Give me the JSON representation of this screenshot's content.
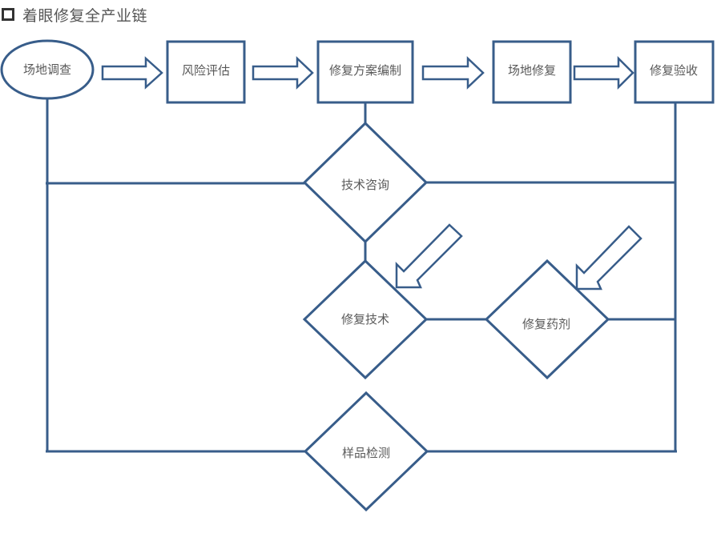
{
  "title": {
    "icon": "hollow-square-bullet-icon",
    "text": "着眼修复全产业链"
  },
  "colors": {
    "stroke": "#385d8a",
    "text": "#595959",
    "title_text": "#555555",
    "background": "#ffffff"
  },
  "top_flow": [
    {
      "id": "site-survey",
      "shape": "ellipse",
      "label": "场地调查"
    },
    {
      "id": "risk-assessment",
      "shape": "rectangle",
      "label": "风险评估"
    },
    {
      "id": "remediation-plan",
      "shape": "rectangle",
      "label": "修复方案编制"
    },
    {
      "id": "site-remediation",
      "shape": "rectangle",
      "label": "场地修复"
    },
    {
      "id": "remediation-acceptance",
      "shape": "rectangle",
      "label": "修复验收"
    }
  ],
  "support_nodes": [
    {
      "id": "technical-consulting",
      "shape": "diamond",
      "label": "技术咨询"
    },
    {
      "id": "remediation-technology",
      "shape": "diamond",
      "label": "修复技术"
    },
    {
      "id": "remediation-agent",
      "shape": "diamond",
      "label": "修复药剂"
    },
    {
      "id": "sample-testing",
      "shape": "diamond",
      "label": "样品检测"
    }
  ],
  "connections": [
    {
      "from": "site-survey",
      "to": "risk-assessment",
      "type": "block-arrow"
    },
    {
      "from": "risk-assessment",
      "to": "remediation-plan",
      "type": "block-arrow"
    },
    {
      "from": "remediation-plan",
      "to": "site-remediation",
      "type": "block-arrow"
    },
    {
      "from": "site-remediation",
      "to": "remediation-acceptance",
      "type": "block-arrow"
    },
    {
      "from": "remediation-plan",
      "to": "technical-consulting",
      "type": "line"
    },
    {
      "from": "technical-consulting",
      "to": "remediation-technology",
      "type": "line"
    },
    {
      "from": "remediation-technology",
      "to": "remediation-agent",
      "type": "line"
    },
    {
      "from": "site-survey",
      "to": "technical-consulting",
      "type": "line"
    },
    {
      "from": "remediation-acceptance",
      "to": "technical-consulting",
      "type": "line"
    },
    {
      "from": "site-survey",
      "to": "sample-testing",
      "type": "line"
    },
    {
      "from": "remediation-acceptance",
      "to": "sample-testing",
      "type": "line"
    },
    {
      "from": "remediation-agent",
      "to": "remediation-acceptance",
      "type": "line"
    }
  ],
  "pointer_arrows": [
    {
      "target": "remediation-technology",
      "direction": "down-left"
    },
    {
      "target": "remediation-agent",
      "direction": "down-left"
    }
  ]
}
